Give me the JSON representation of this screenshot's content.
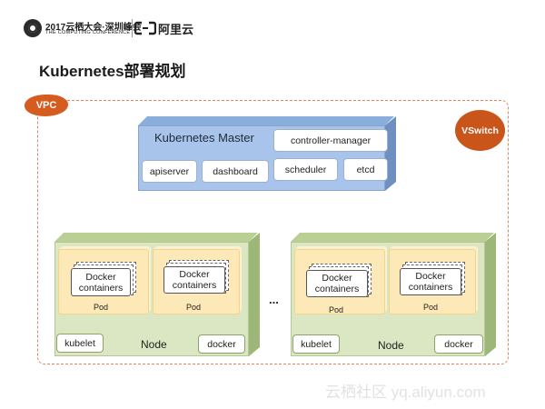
{
  "header": {
    "event_title": "2017云栖大会·深圳峰会",
    "event_subtitle": "THE COMPUTING CONFERENCE",
    "brand": "阿里云"
  },
  "page_title": "Kubernetes部署规划",
  "vpc_label": "VPC",
  "vswitch_label": "VSwitch",
  "master": {
    "title": "Kubernetes Master",
    "components": [
      "controller-manager",
      "apiserver",
      "dashboard",
      "scheduler",
      "etcd"
    ]
  },
  "nodes": [
    {
      "label": "Node",
      "pods": [
        {
          "containers_line1": "Docker",
          "containers_line2": "containers",
          "label": "Pod"
        },
        {
          "containers_line1": "Docker",
          "containers_line2": "containers",
          "label": "Pod"
        }
      ],
      "kubelet": "kubelet",
      "docker": "docker"
    },
    {
      "label": "Node",
      "pods": [
        {
          "containers_line1": "Docker",
          "containers_line2": "containers",
          "label": "Pod"
        },
        {
          "containers_line1": "Docker",
          "containers_line2": "containers",
          "label": "Pod"
        }
      ],
      "kubelet": "kubelet",
      "docker": "docker"
    }
  ],
  "ellipsis": "...",
  "watermark": "云栖社区 yq.aliyun.com",
  "colors": {
    "vpc_accent": "#d65b1f",
    "master_fill": "#a9c4ea",
    "node_fill": "#dbe7c3",
    "pod_fill": "#fde9b8"
  }
}
